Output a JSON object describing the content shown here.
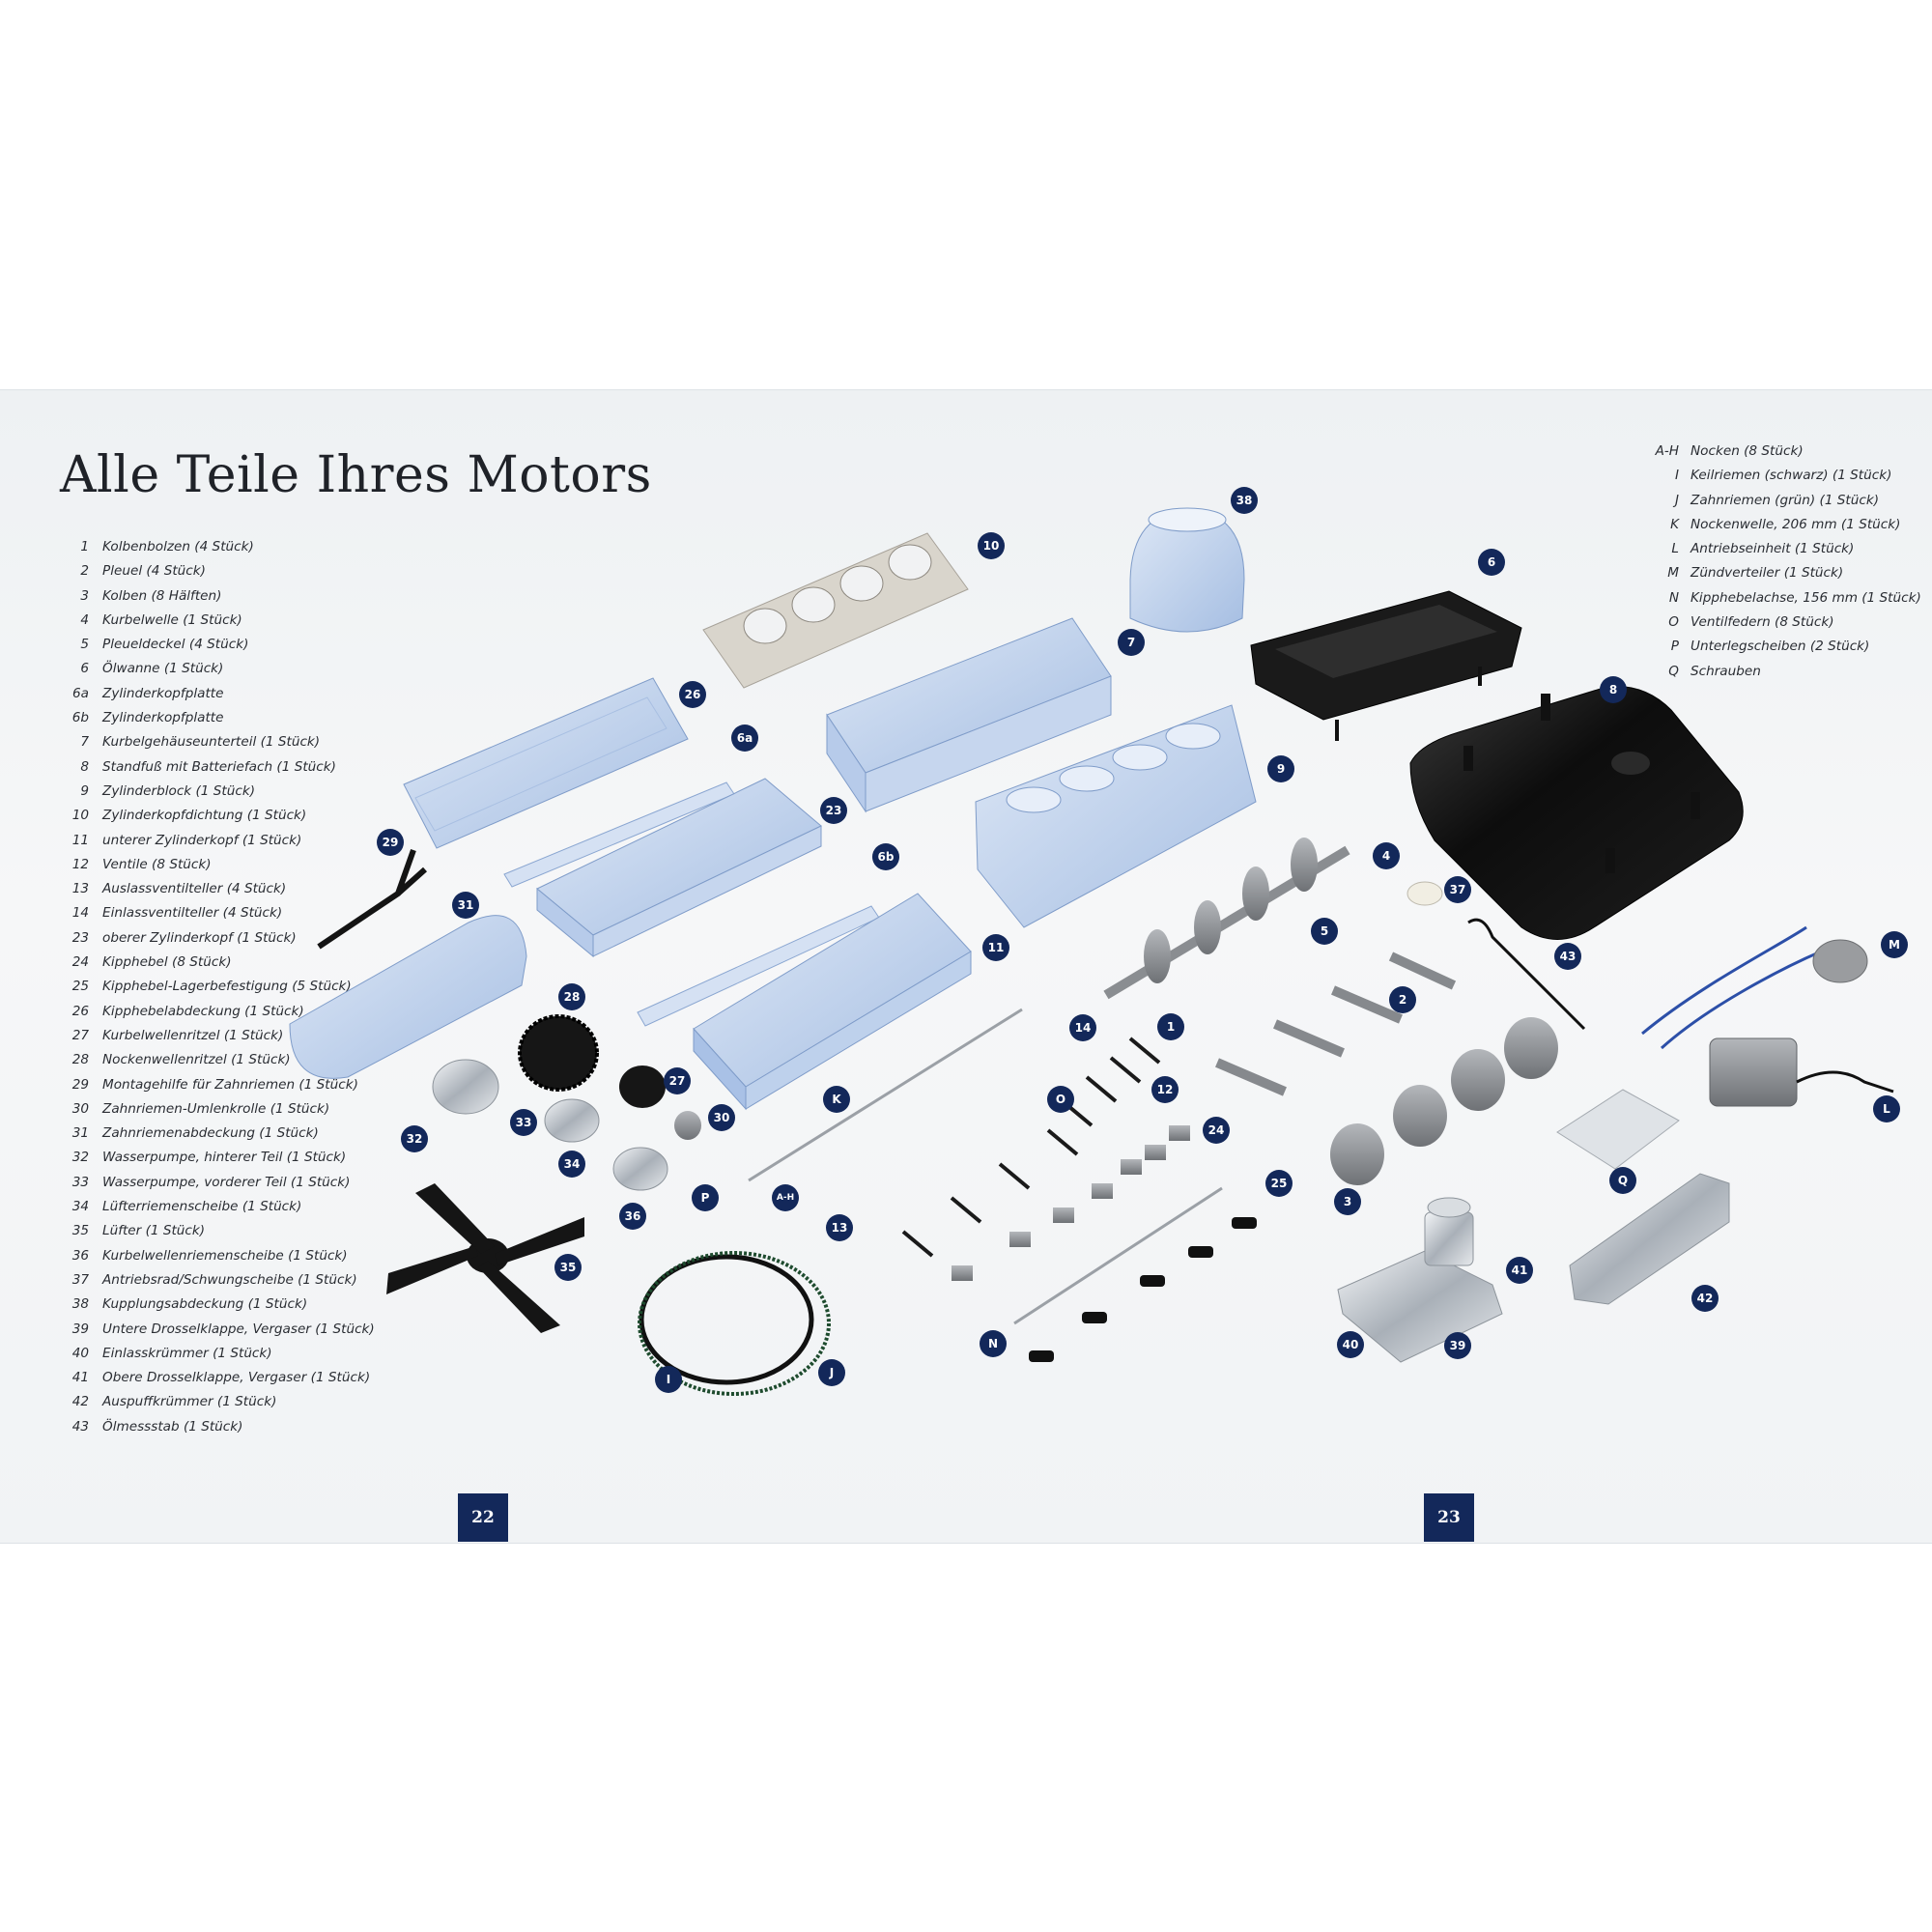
{
  "title": "Alle Teile Ihres Motors",
  "parts": [
    {
      "num": "1",
      "label": "Kolbenbolzen (4 Stück)"
    },
    {
      "num": "2",
      "label": "Pleuel (4 Stück)"
    },
    {
      "num": "3",
      "label": "Kolben (8 Hälften)"
    },
    {
      "num": "4",
      "label": "Kurbelwelle (1 Stück)"
    },
    {
      "num": "5",
      "label": "Pleueldeckel (4 Stück)"
    },
    {
      "num": "6",
      "label": "Ölwanne (1 Stück)"
    },
    {
      "num": "6a",
      "label": "Zylinderkopfplatte"
    },
    {
      "num": "6b",
      "label": "Zylinderkopfplatte"
    },
    {
      "num": "7",
      "label": "Kurbelgehäuseunterteil (1 Stück)"
    },
    {
      "num": "8",
      "label": "Standfuß mit Batteriefach (1 Stück)"
    },
    {
      "num": "9",
      "label": "Zylinderblock (1 Stück)"
    },
    {
      "num": "10",
      "label": "Zylinderkopfdichtung (1 Stück)"
    },
    {
      "num": "11",
      "label": "unterer Zylinderkopf (1 Stück)"
    },
    {
      "num": "12",
      "label": "Ventile (8 Stück)"
    },
    {
      "num": "13",
      "label": "Auslassventilteller (4 Stück)"
    },
    {
      "num": "14",
      "label": "Einlassventilteller (4 Stück)"
    },
    {
      "num": "23",
      "label": "oberer Zylinderkopf (1 Stück)"
    },
    {
      "num": "24",
      "label": "Kipphebel (8 Stück)"
    },
    {
      "num": "25",
      "label": "Kipphebel-Lagerbefestigung (5 Stück)"
    },
    {
      "num": "26",
      "label": "Kipphebelabdeckung (1 Stück)"
    },
    {
      "num": "27",
      "label": "Kurbelwellenritzel (1 Stück)"
    },
    {
      "num": "28",
      "label": "Nockenwellenritzel (1 Stück)"
    },
    {
      "num": "29",
      "label": "Montagehilfe für Zahnriemen (1 Stück)"
    },
    {
      "num": "30",
      "label": "Zahnriemen-Umlenkrolle (1 Stück)"
    },
    {
      "num": "31",
      "label": "Zahnriemenabdeckung (1 Stück)"
    },
    {
      "num": "32",
      "label": "Wasserpumpe, hinterer Teil (1 Stück)"
    },
    {
      "num": "33",
      "label": "Wasserpumpe, vorderer Teil (1 Stück)"
    },
    {
      "num": "34",
      "label": "Lüfterriemenscheibe (1 Stück)"
    },
    {
      "num": "35",
      "label": "Lüfter (1 Stück)"
    },
    {
      "num": "36",
      "label": "Kurbelwellenriemenscheibe (1 Stück)"
    },
    {
      "num": "37",
      "label": "Antriebsrad/Schwungscheibe (1 Stück)"
    },
    {
      "num": "38",
      "label": "Kupplungsabdeckung (1 Stück)"
    },
    {
      "num": "39",
      "label": "Untere Drosselklappe, Vergaser (1 Stück)"
    },
    {
      "num": "40",
      "label": "Einlasskrümmer (1 Stück)"
    },
    {
      "num": "41",
      "label": "Obere Drosselklappe, Vergaser (1 Stück)"
    },
    {
      "num": "42",
      "label": "Auspuffkrümmer (1 Stück)"
    },
    {
      "num": "43",
      "label": "Ölmessstab (1 Stück)"
    }
  ],
  "letter_parts": [
    {
      "num": "A-H",
      "label": "Nocken (8 Stück)"
    },
    {
      "num": "I",
      "label": "Keilriemen (schwarz) (1 Stück)"
    },
    {
      "num": "J",
      "label": "Zahnriemen (grün) (1 Stück)"
    },
    {
      "num": "K",
      "label": "Nockenwelle, 206 mm (1 Stück)"
    },
    {
      "num": "L",
      "label": "Antriebseinheit (1 Stück)"
    },
    {
      "num": "M",
      "label": "Zündverteiler (1 Stück)"
    },
    {
      "num": "N",
      "label": "Kipphebelachse, 156 mm (1 Stück)"
    },
    {
      "num": "O",
      "label": "Ventilfedern (8 Stück)"
    },
    {
      "num": "P",
      "label": "Unterlegscheiben (2 Stück)"
    },
    {
      "num": "Q",
      "label": "Schrauben"
    }
  ],
  "callouts": [
    "1",
    "2",
    "3",
    "4",
    "5",
    "6",
    "6a",
    "6b",
    "7",
    "8",
    "9",
    "10",
    "11",
    "12",
    "13",
    "14",
    "23",
    "24",
    "25",
    "26",
    "27",
    "28",
    "29",
    "30",
    "31",
    "32",
    "33",
    "34",
    "35",
    "36",
    "37",
    "38",
    "39",
    "40",
    "41",
    "42",
    "43",
    "A-H",
    "I",
    "J",
    "K",
    "L",
    "M",
    "N",
    "O",
    "P",
    "Q"
  ],
  "page_left": "22",
  "page_right": "23",
  "colors": {
    "callout_bg": "#13285a",
    "clear_plastic": "#b9cdea",
    "black_plastic": "#141414",
    "chrome": "#cfd4da",
    "grey_plastic": "#8c8f93"
  }
}
